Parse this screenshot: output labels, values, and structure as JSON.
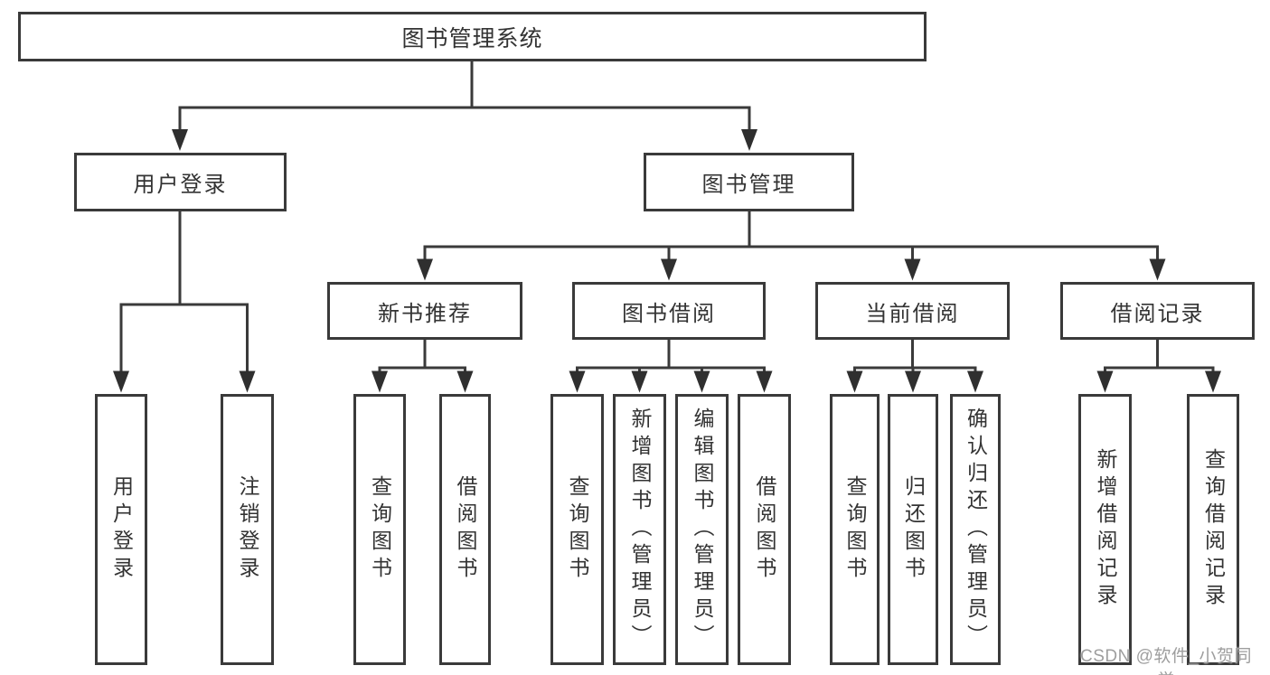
{
  "diagram": {
    "root": {
      "label": "图书管理系统"
    },
    "level1": [
      {
        "label": "用户登录",
        "children": [
          {
            "label": "用户登录"
          },
          {
            "label": "注销登录"
          }
        ]
      },
      {
        "label": "图书管理",
        "children": [
          {
            "label": "新书推荐",
            "children": [
              {
                "label": "查询图书"
              },
              {
                "label": "借阅图书"
              }
            ]
          },
          {
            "label": "图书借阅",
            "children": [
              {
                "label": "查询图书"
              },
              {
                "label": "新增图书（管理员）"
              },
              {
                "label": "编辑图书（管理员）"
              },
              {
                "label": "借阅图书"
              }
            ]
          },
          {
            "label": "当前借阅",
            "children": [
              {
                "label": "查询图书"
              },
              {
                "label": "归还图书"
              },
              {
                "label": "确认归还（管理员）"
              }
            ]
          },
          {
            "label": "借阅记录",
            "children": [
              {
                "label": "新增借阅记录"
              },
              {
                "label": "查询借阅记录"
              }
            ]
          }
        ]
      }
    ],
    "watermark": "CSDN @软件_小贺同学",
    "colors": {
      "stroke": "#3a3a3a",
      "box_fill": "#ffffff",
      "text": "#333333",
      "watermark": "#9e9e9e"
    }
  }
}
